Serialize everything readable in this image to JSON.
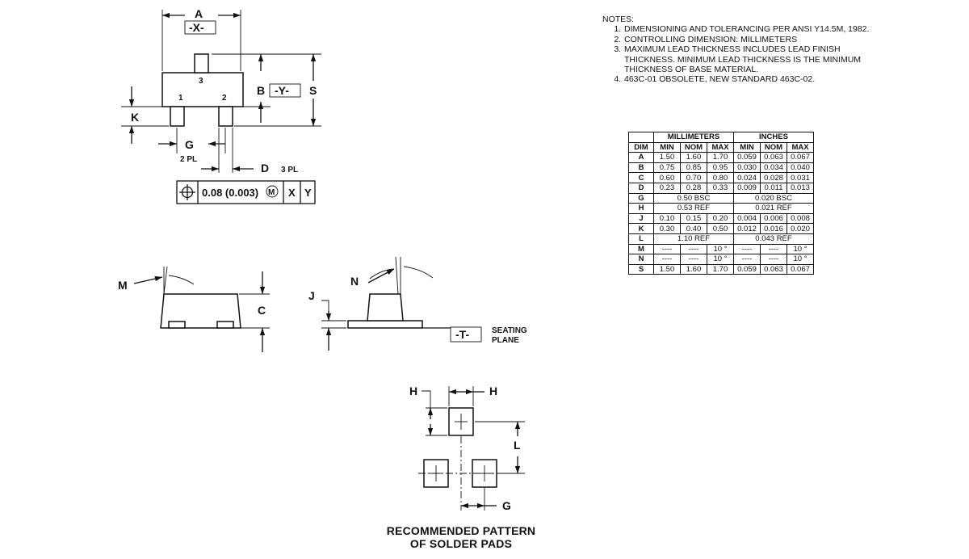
{
  "top_view": {
    "dim_a": "A",
    "datum_x": "-X-",
    "dim_b": "B",
    "datum_y": "-Y-",
    "dim_s": "S",
    "dim_k": "K",
    "dim_g": "G",
    "g_note": "2 PL",
    "dim_d": "D",
    "d_note": "3 PL",
    "pin1": "1",
    "pin2": "2",
    "pin3": "3",
    "frame": {
      "tolerance": "0.08 (0.003)",
      "modifier": "M",
      "ref1": "X",
      "ref2": "Y"
    }
  },
  "side_views": {
    "dim_m": "M",
    "dim_c": "C",
    "dim_j": "J",
    "dim_n": "N",
    "datum_t": "-T-",
    "seating_line1": "SEATING",
    "seating_line2": "PLANE"
  },
  "solder_pattern": {
    "dim_h_left": "H",
    "dim_h_right": "H",
    "dim_l": "L",
    "dim_g": "G",
    "title_line1": "RECOMMENDED PATTERN",
    "title_line2": "OF SOLDER PADS"
  },
  "notes": {
    "heading": "NOTES:",
    "items": [
      "DIMENSIONING AND TOLERANCING PER ANSI Y14.5M, 1982.",
      "CONTROLLING DIMENSION: MILLIMETERS",
      "MAXIMUM LEAD THICKNESS INCLUDES LEAD FINISH THICKNESS. MINIMUM LEAD THICKNESS IS THE MINIMUM THICKNESS OF BASE MATERIAL.",
      "463C-01 OBSOLETE, NEW STANDARD 463C-02."
    ]
  },
  "dim_table": {
    "group_mm": "MILLIMETERS",
    "group_in": "INCHES",
    "col_dim": "DIM",
    "sub_headers": [
      "MIN",
      "NOM",
      "MAX",
      "MIN",
      "NOM",
      "MAX"
    ],
    "rows": [
      {
        "dim": "A",
        "vals": [
          "1.50",
          "1.60",
          "1.70",
          "0.059",
          "0.063",
          "0.067"
        ]
      },
      {
        "dim": "B",
        "vals": [
          "0.75",
          "0.85",
          "0.95",
          "0.030",
          "0.034",
          "0.040"
        ]
      },
      {
        "dim": "C",
        "vals": [
          "0.60",
          "0.70",
          "0.80",
          "0.024",
          "0.028",
          "0.031"
        ]
      },
      {
        "dim": "D",
        "vals": [
          "0.23",
          "0.28",
          "0.33",
          "0.009",
          "0.011",
          "0.013"
        ]
      },
      {
        "dim": "G",
        "mm_span": "0.50 BSC",
        "in_span": "0.020 BSC"
      },
      {
        "dim": "H",
        "mm_span": "0.53 REF",
        "in_span": "0.021 REF"
      },
      {
        "dim": "J",
        "vals": [
          "0.10",
          "0.15",
          "0.20",
          "0.004",
          "0.006",
          "0.008"
        ]
      },
      {
        "dim": "K",
        "vals": [
          "0.30",
          "0.40",
          "0.50",
          "0.012",
          "0.016",
          "0.020"
        ]
      },
      {
        "dim": "L",
        "mm_span": "1.10 REF",
        "in_span": "0.043 REF"
      },
      {
        "dim": "M",
        "vals": [
          "----",
          "----",
          "10 °",
          "----",
          "----",
          "10 °"
        ]
      },
      {
        "dim": "N",
        "vals": [
          "----",
          "----",
          "10 °",
          "----",
          "----",
          "10 °"
        ]
      },
      {
        "dim": "S",
        "vals": [
          "1.50",
          "1.60",
          "1.70",
          "0.059",
          "0.063",
          "0.067"
        ]
      }
    ]
  }
}
